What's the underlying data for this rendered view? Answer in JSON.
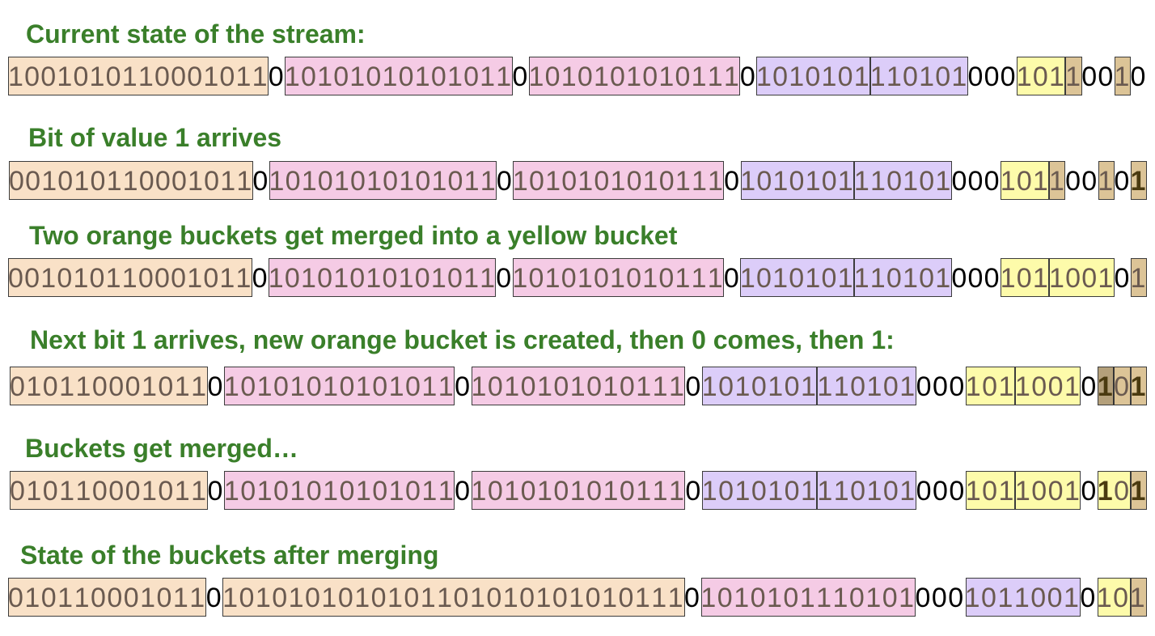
{
  "bucket_colors": {
    "orange": "#f9e1c7",
    "pink": "#f5cbe5",
    "purple": "#dccdf9",
    "yellow": "#fdfbaa",
    "tan": "#dcc497",
    "text_in_bucket": "#6a5a50",
    "title_green": "#3a7f2a"
  },
  "steps": [
    {
      "title": "Current state of the stream:",
      "row": {
        "bits": "1001010110001011010101010101011010101010101110101010111010100010110010",
        "buckets": [
          {
            "start": 0,
            "end": 16,
            "color": "orange"
          },
          {
            "start": 17,
            "end": 31,
            "color": "pink"
          },
          {
            "start": 32,
            "end": 45,
            "color": "pink"
          },
          {
            "start": 46,
            "end": 53,
            "color": "purple"
          },
          {
            "start": 53,
            "end": 59,
            "color": "purple"
          },
          {
            "start": 62,
            "end": 65,
            "color": "yellow"
          },
          {
            "start": 65,
            "end": 66,
            "color": "tan"
          },
          {
            "start": 68,
            "end": 69,
            "color": "tan"
          }
        ],
        "bold": []
      }
    },
    {
      "title": "Bit of value 1 arrives",
      "row": {
        "bits": "0010101100010110101010101010110101010101011101010101110101000101100101",
        "buckets": [
          {
            "start": 0,
            "end": 15,
            "color": "orange"
          },
          {
            "start": 16,
            "end": 30,
            "color": "pink"
          },
          {
            "start": 31,
            "end": 44,
            "color": "pink"
          },
          {
            "start": 45,
            "end": 52,
            "color": "purple"
          },
          {
            "start": 52,
            "end": 58,
            "color": "purple"
          },
          {
            "start": 61,
            "end": 64,
            "color": "yellow"
          },
          {
            "start": 64,
            "end": 65,
            "color": "tan"
          },
          {
            "start": 67,
            "end": 68,
            "color": "tan"
          },
          {
            "start": 69,
            "end": 70,
            "color": "tan"
          }
        ],
        "bold": [
          69
        ]
      }
    },
    {
      "title": "Two orange buckets get merged into a yellow bucket",
      "row": {
        "bits": "0010101100010110101010101010110101010101011101010101110101000101100101",
        "buckets": [
          {
            "start": 0,
            "end": 15,
            "color": "orange"
          },
          {
            "start": 16,
            "end": 30,
            "color": "pink"
          },
          {
            "start": 31,
            "end": 44,
            "color": "pink"
          },
          {
            "start": 45,
            "end": 52,
            "color": "purple"
          },
          {
            "start": 52,
            "end": 58,
            "color": "purple"
          },
          {
            "start": 61,
            "end": 64,
            "color": "yellow"
          },
          {
            "start": 64,
            "end": 68,
            "color": "yellow"
          },
          {
            "start": 69,
            "end": 70,
            "color": "tan"
          }
        ],
        "bold": []
      }
    },
    {
      "title": "Next bit 1 arrives, new orange bucket is created, then 0 comes, then 1:",
      "row": {
        "bits": "010110001011010101010101011010101010101110101010111010100010110010101",
        "buckets": [
          {
            "start": 0,
            "end": 12,
            "color": "orange"
          },
          {
            "start": 13,
            "end": 27,
            "color": "pink"
          },
          {
            "start": 28,
            "end": 41,
            "color": "pink"
          },
          {
            "start": 42,
            "end": 49,
            "color": "purple"
          },
          {
            "start": 49,
            "end": 55,
            "color": "purple"
          },
          {
            "start": 58,
            "end": 61,
            "color": "yellow"
          },
          {
            "start": 61,
            "end": 65,
            "color": "yellow"
          },
          {
            "start": 66,
            "end": 67,
            "color": "tan",
            "shade": 1
          },
          {
            "start": 67,
            "end": 68,
            "color": "tan"
          },
          {
            "start": 68,
            "end": 69,
            "color": "tan"
          }
        ],
        "bold": [
          66,
          68
        ]
      }
    },
    {
      "title": "Buckets get merged…",
      "row": {
        "bits": "010110001011010101010101011010101010101110101010111010100010110010101",
        "buckets": [
          {
            "start": 0,
            "end": 12,
            "color": "orange"
          },
          {
            "start": 13,
            "end": 27,
            "color": "pink"
          },
          {
            "start": 28,
            "end": 41,
            "color": "pink"
          },
          {
            "start": 42,
            "end": 49,
            "color": "purple"
          },
          {
            "start": 49,
            "end": 55,
            "color": "purple"
          },
          {
            "start": 58,
            "end": 61,
            "color": "yellow"
          },
          {
            "start": 61,
            "end": 65,
            "color": "yellow"
          },
          {
            "start": 66,
            "end": 68,
            "color": "yellow"
          },
          {
            "start": 68,
            "end": 69,
            "color": "tan"
          }
        ],
        "bold": [
          66,
          68
        ]
      }
    },
    {
      "title": "State of the buckets after merging",
      "row": {
        "bits": "010110001011010101010101011010101010101110101010111010100010110010101",
        "buckets": [
          {
            "start": 0,
            "end": 12,
            "color": "orange"
          },
          {
            "start": 13,
            "end": 41,
            "color": "orange"
          },
          {
            "start": 42,
            "end": 55,
            "color": "pink"
          },
          {
            "start": 58,
            "end": 65,
            "color": "purple"
          },
          {
            "start": 66,
            "end": 68,
            "color": "yellow"
          },
          {
            "start": 68,
            "end": 69,
            "color": "tan"
          }
        ],
        "bold": []
      }
    }
  ]
}
